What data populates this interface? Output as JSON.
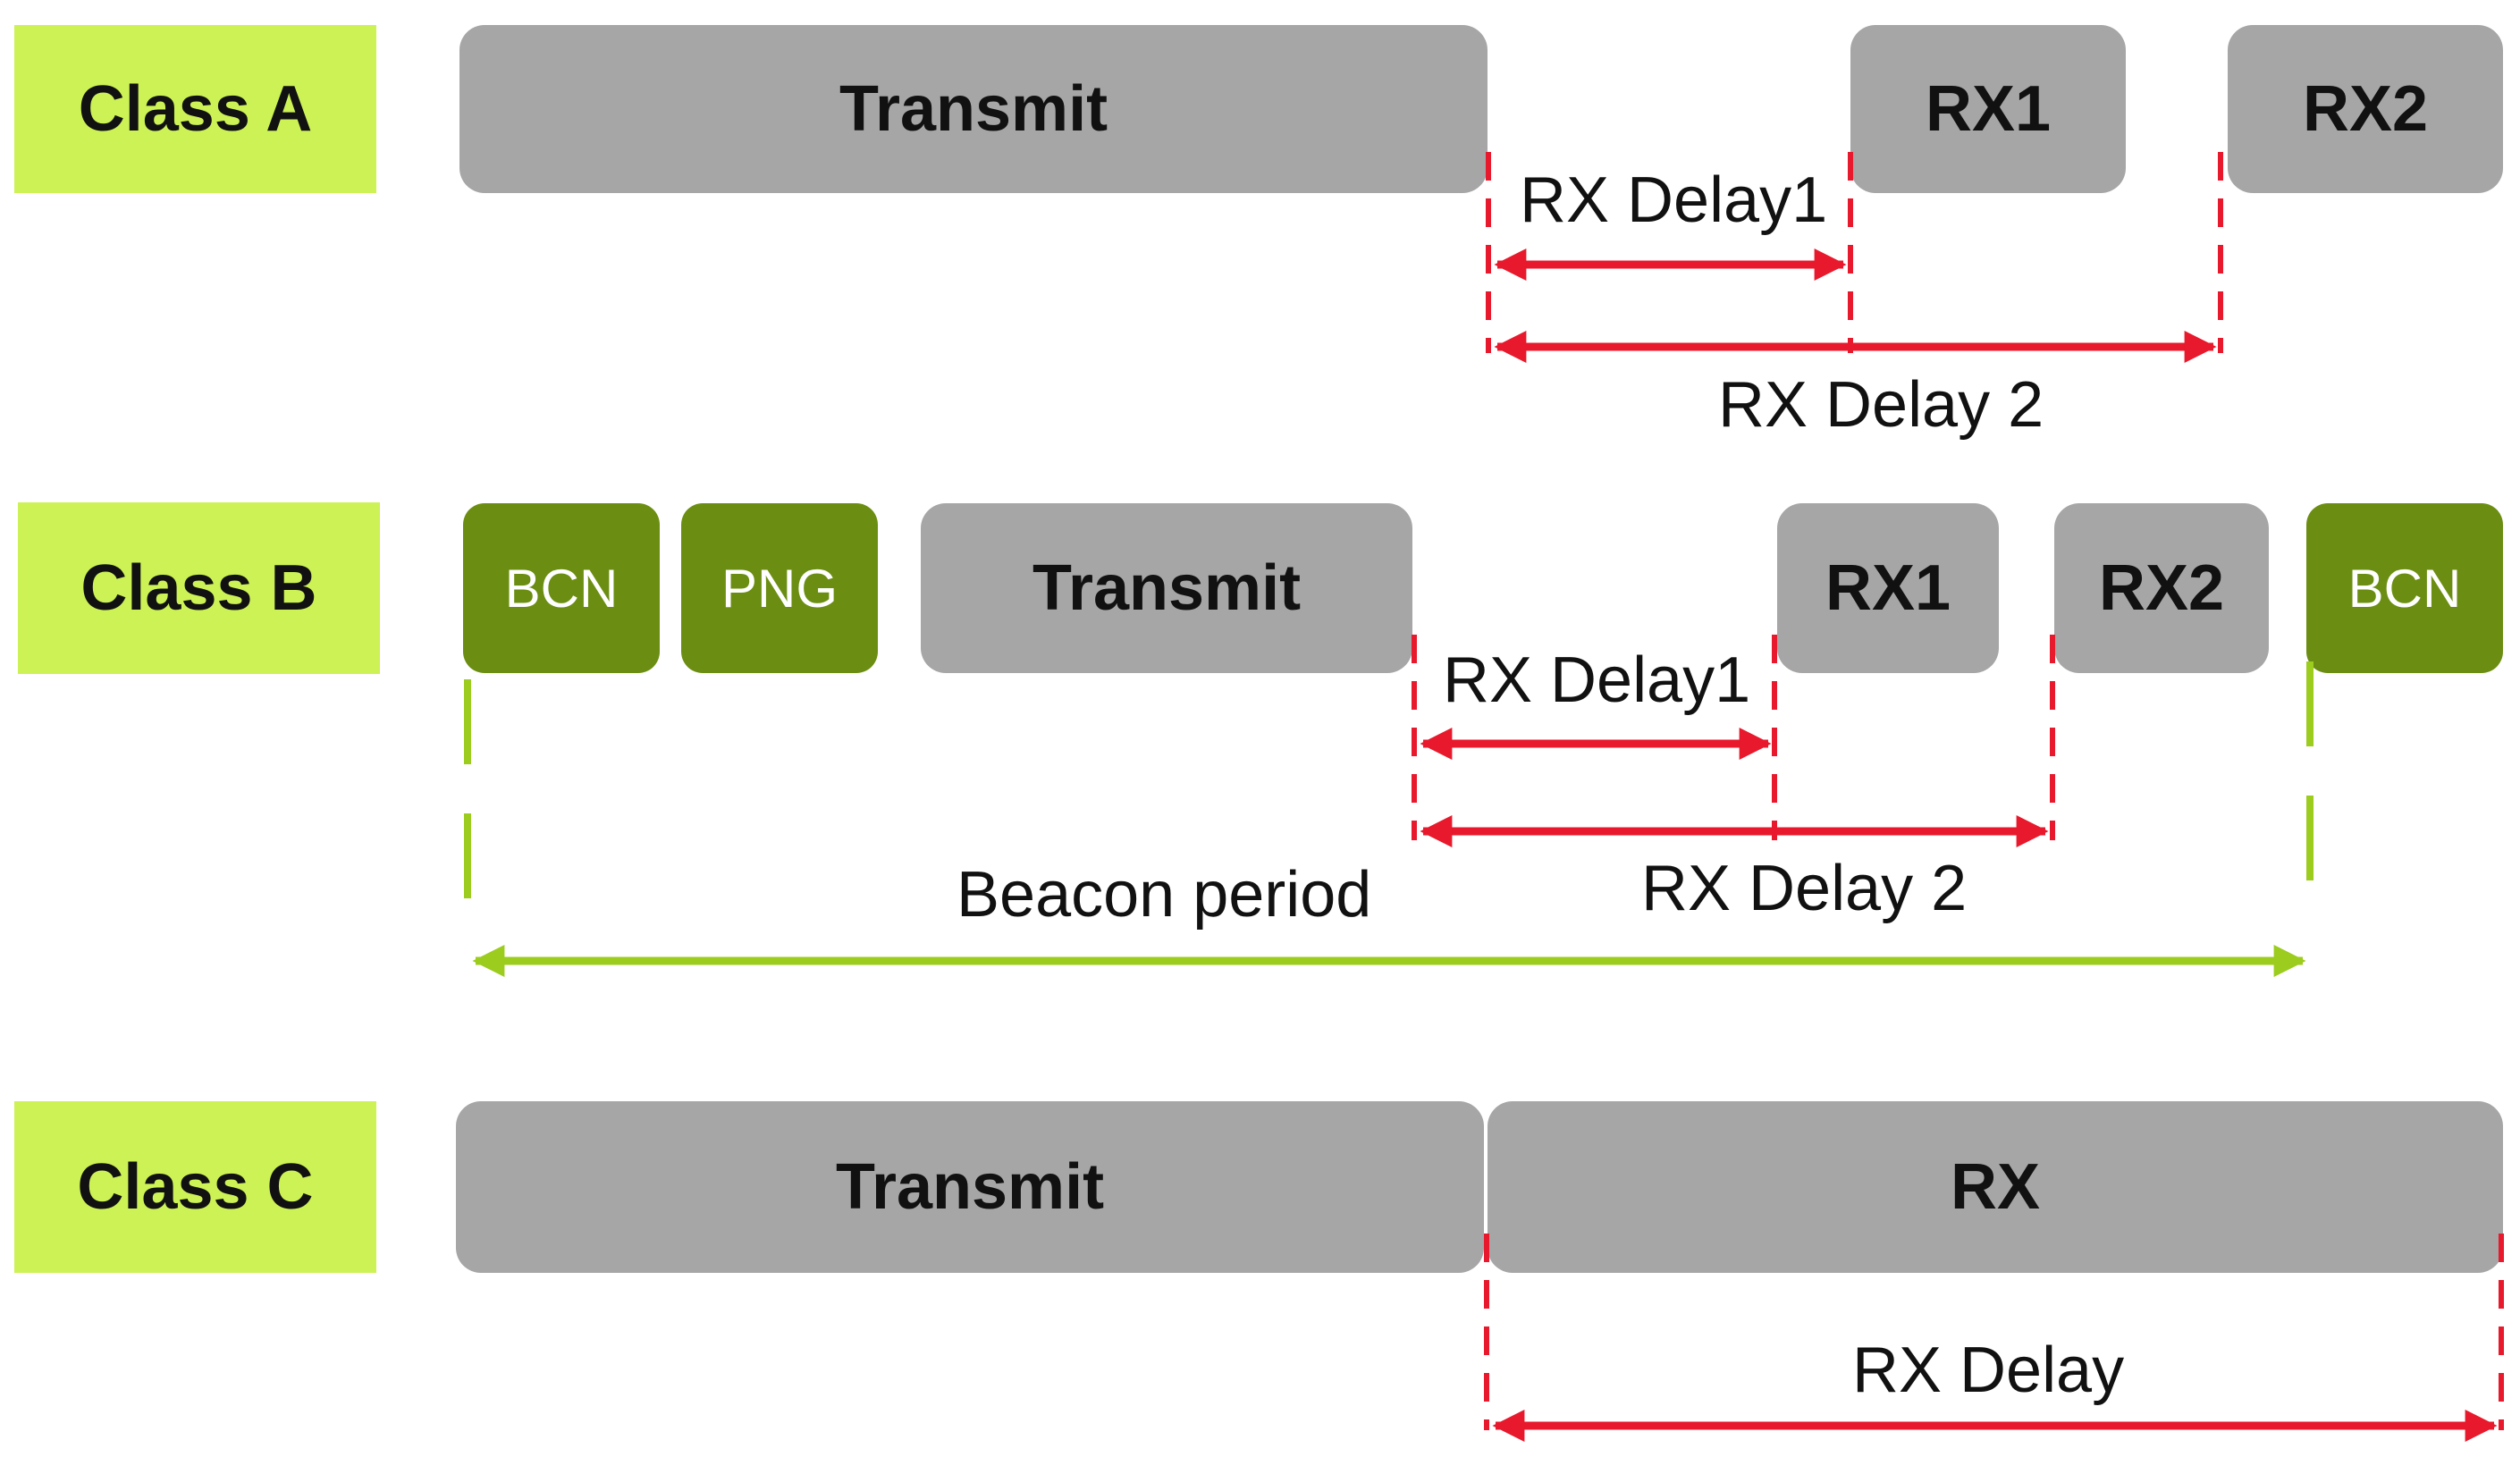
{
  "colors": {
    "label_bg": "#ccf256",
    "block_bg": "#a6a6a6",
    "beacon_bg": "#6b8e12",
    "delay_red": "#e8192c",
    "beacon_green": "#9ccc1e"
  },
  "class_a": {
    "label": "Class A",
    "transmit": "Transmit",
    "rx1": "RX1",
    "rx2": "RX2",
    "rx_delay1": "RX Delay1",
    "rx_delay2": "RX Delay 2"
  },
  "class_b": {
    "label": "Class B",
    "bcn_start": "BCN",
    "png": "PNG",
    "transmit": "Transmit",
    "rx1": "RX1",
    "rx2": "RX2",
    "bcn_end": "BCN",
    "rx_delay1": "RX Delay1",
    "rx_delay2": "RX Delay 2",
    "beacon_period": "Beacon period"
  },
  "class_c": {
    "label": "Class C",
    "transmit": "Transmit",
    "rx": "RX",
    "rx_delay": "RX Delay"
  }
}
